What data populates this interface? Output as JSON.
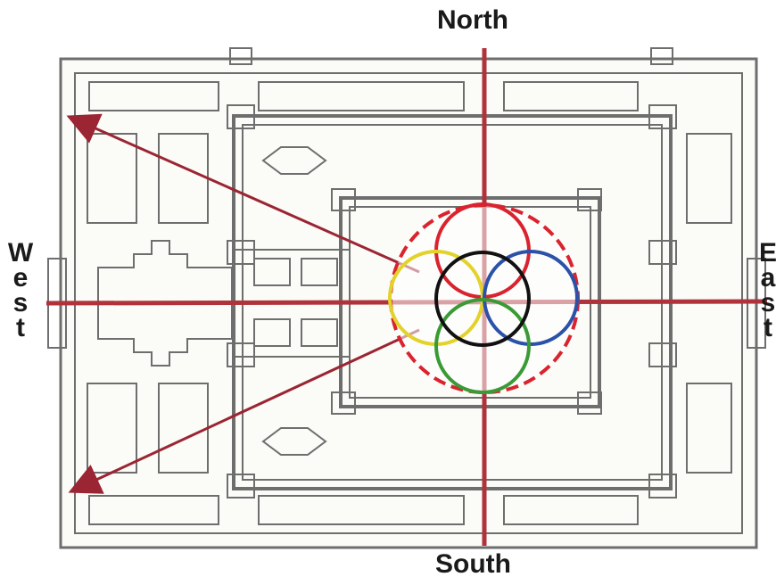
{
  "labels": {
    "north": "North",
    "south": "South",
    "west": "West",
    "east": "East"
  },
  "colors": {
    "axis_line": "#b0323a",
    "arrow": "#9b2532",
    "circle_top": "#d9232e",
    "circle_left": "#e3d22a",
    "circle_right": "#2b52a8",
    "circle_bottom": "#3a9a35",
    "circle_center": "#111111",
    "outer_dashed": "#d9232e",
    "plan_stroke": "#6e6e6e"
  },
  "elements": {
    "site_plan": "temple-site-plan",
    "circles": [
      "circle-top-red",
      "circle-left-yellow",
      "circle-right-blue",
      "circle-bottom-green",
      "circle-center-black",
      "outer-dashed-circle"
    ],
    "arrows": [
      "arrow-northwest",
      "arrow-southwest"
    ]
  }
}
